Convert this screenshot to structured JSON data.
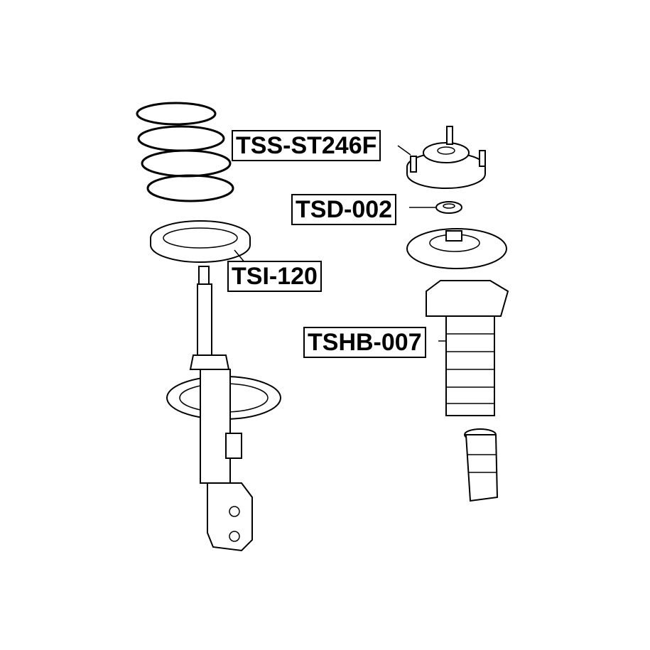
{
  "labels": {
    "top_mount": "TSS-ST246F",
    "bearing": "TSD-002",
    "insulator": "TSI-120",
    "boot": "TSHB-007"
  }
}
